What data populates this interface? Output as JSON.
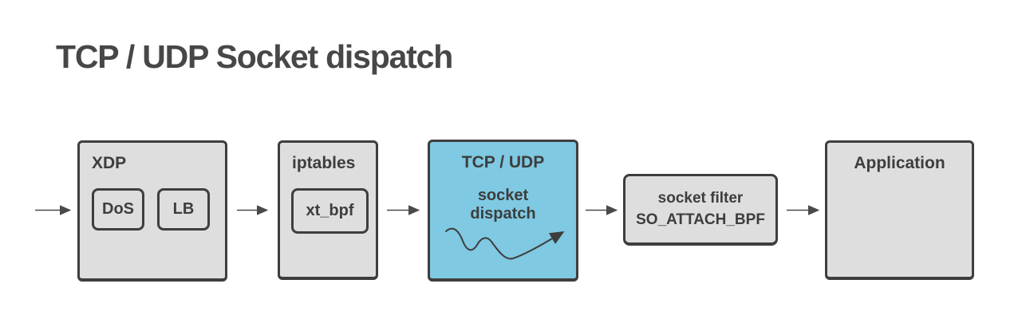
{
  "title": "TCP / UDP Socket dispatch",
  "colors": {
    "background": "#ffffff",
    "box_fill": "#dedede",
    "box_border": "#3e3e3e",
    "highlight_fill": "#7fc9e2",
    "text": "#3d3d3d",
    "arrow": "#4a4a4a"
  },
  "nodes": {
    "xdp": {
      "label": "XDP",
      "children": {
        "dos": "DoS",
        "lb": "LB"
      }
    },
    "iptables": {
      "label": "iptables",
      "children": {
        "xt_bpf": "xt_bpf"
      }
    },
    "tcp_udp": {
      "label": "TCP / UDP",
      "subline1": "socket",
      "subline2": "dispatch",
      "highlighted": "true"
    },
    "socket_filter": {
      "line1": "socket filter",
      "line2": "SO_ATTACH_BPF"
    },
    "application": {
      "label": "Application"
    }
  },
  "icons": {
    "flow_arrows": "right-arrow-icon",
    "squiggle": "wavy-arrow-icon"
  }
}
